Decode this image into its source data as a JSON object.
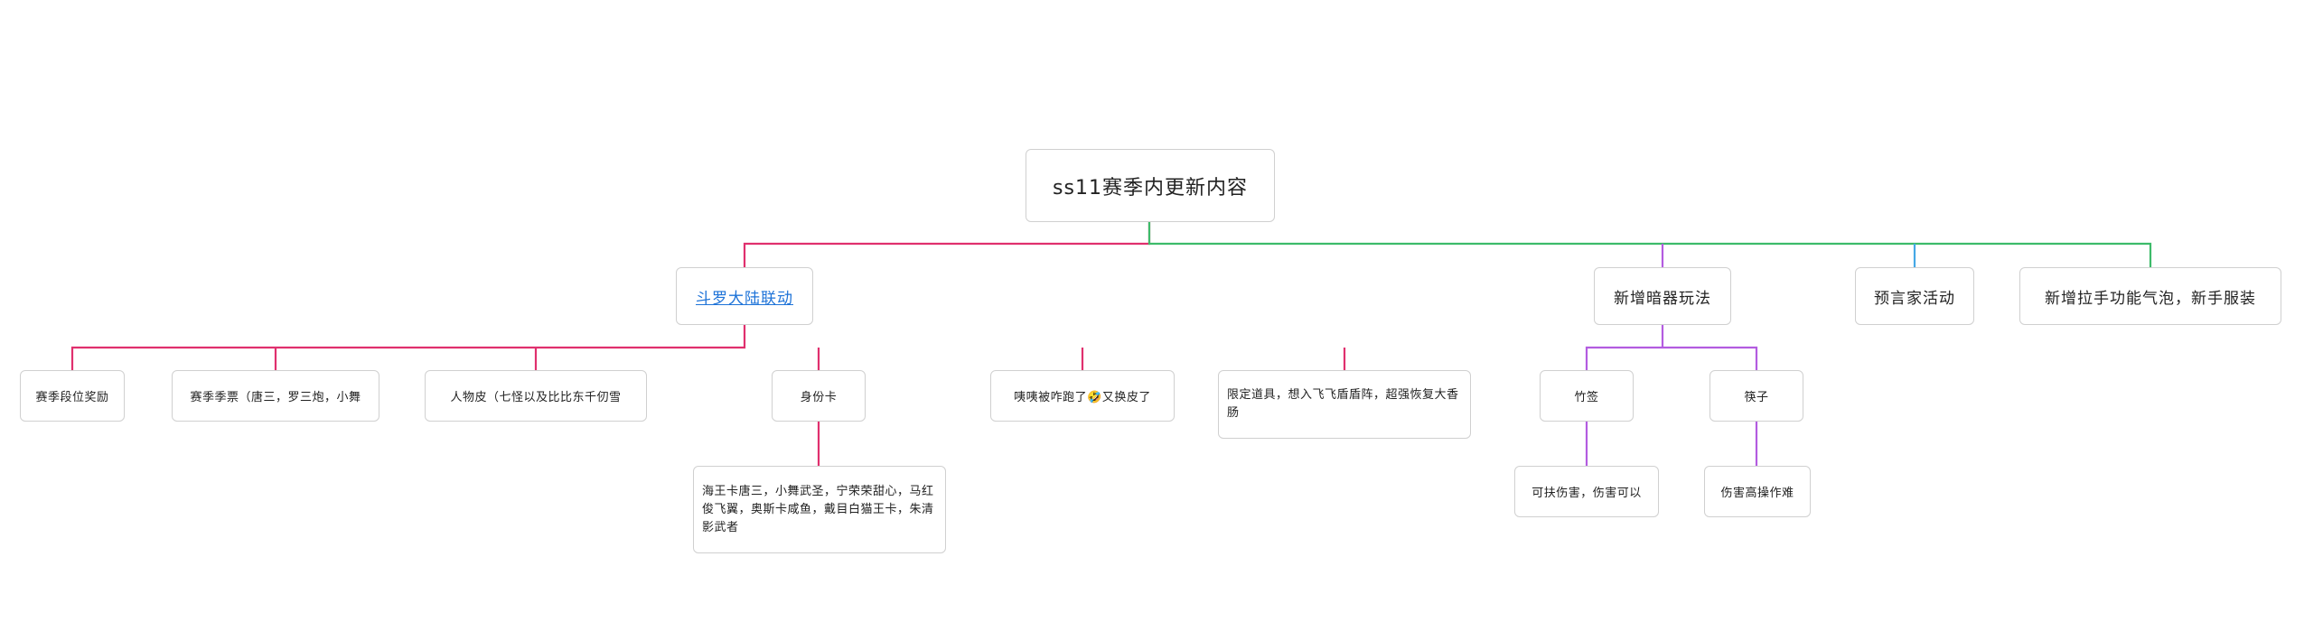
{
  "colors": {
    "pink": "#e0306e",
    "green": "#3dbb6a",
    "purple": "#b35ce0",
    "blue": "#45a8e6",
    "link": "#1e73d8"
  },
  "mindmap": {
    "root": "ss11赛季内更新内容",
    "branch_douluo": {
      "title": "斗罗大陆联动",
      "items": {
        "reward": "赛季段位奖励",
        "season_skins": "赛季季票（唐三，罗三炮，小舞",
        "character_skins": "人物皮（七怪以及比比东千仞雪",
        "identity_card": "身份卡",
        "identity_card_detail": "海王卡唐三，小舞武圣，宁荣荣甜心，马红俊飞翼，奥斯卡咸鱼，戴目白猫王卡，朱清影武者",
        "bug_note": "咦咦被咋跑了🤣又换皮了",
        "items_note": "限定道具，想入飞飞盾盾阵，超强恢复大香肠"
      }
    },
    "branch_hidden": {
      "title": "新增暗器玩法",
      "items": {
        "bamboo": "竹签",
        "bamboo_desc": "可扶伤害，伤害可以",
        "chopsticks": "筷子",
        "chopsticks_desc": "伤害高操作难"
      }
    },
    "branch_prophet": {
      "title": "预言家活动"
    },
    "branch_new": {
      "title": "新增拉手功能气泡，新手服装"
    }
  }
}
